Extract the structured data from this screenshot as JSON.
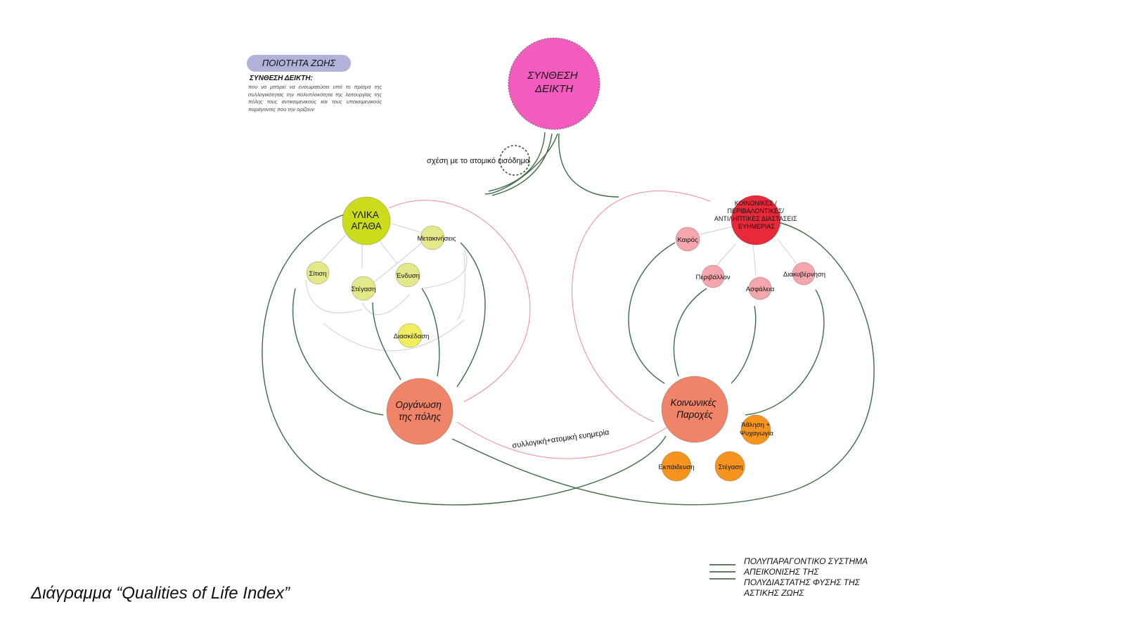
{
  "header": {
    "badge": "ΠΟΙΟΤΗΤΑ ΖΩΗΣ",
    "definition_title": "ΣΥΝΘΕΣΗ ΔΕΙΚΤΗ:",
    "definition_text": "που να μπορεί να ενσωματώσει υπό το πρίσμα της συλλογικότητας την πολυπλοκότητα της λειτουργίας της πόλης τους αντικειμενικούς και τους υποκειμενικούς παράγοντες που την ορίζουν"
  },
  "caption": "Διάγραμμα “Qualities of Life Index”",
  "legend": {
    "text": "ΠΟΛΥΠΑΡΑΓΟΝΤΙΚΟ ΣΥΣΤΗΜΑ\n ΑΠΕΙΚΟΝΙΣΗΣ ΤΗΣ\nΠΟΛΥΔΙΑΣΤΑΤΗΣ  ΦΥΣΗΣ ΤΗΣ\nΑΣΤΙΚΗΣ ΖΩΗΣ",
    "line_color": "#2f5233"
  },
  "colors": {
    "magenta": "#f25cbf",
    "lime": "#cddc1a",
    "lime_light": "#e3e88a",
    "yellow": "#f2ec5f",
    "salmon": "#f08468",
    "red": "#e8293a",
    "pink_light": "#f4a6ac",
    "orange": "#f7941d",
    "green_line": "#3d6b45",
    "pink_line": "#f08a95",
    "grey_line": "#cfcfcf"
  },
  "nodes": {
    "synthesis": {
      "lines": [
        "ΣΥΝΘΕΣΗ",
        "ΔΕΙΚΤΗ"
      ]
    },
    "material_goods": {
      "lines": [
        "ΥΛΙΚΑ",
        "ΑΓΑΘΑ"
      ]
    },
    "metakiniseis": {
      "label": "Μετακινήσεις"
    },
    "sitisi": {
      "label": "Σίτιση"
    },
    "stegasi_left": {
      "label": "Στέγαση"
    },
    "endysi": {
      "label": "Ένδυση"
    },
    "diaskedasi": {
      "label": "Διασκέδαση"
    },
    "city_organization": {
      "lines": [
        "Οργάνωση",
        "της πόλης"
      ]
    },
    "social_dimensions": {
      "lines": [
        "ΚΟΙΝΩΝΙΚΕΣ /",
        "ΠΕΡΙΒΑΛΟΝΤΙΚΕΣ/",
        "ΑΝΤΙΛΗΠΤΙΚΕΣ ΔΙΑΣΤΑΣΕΙΣ",
        "ΕΥΗΜΕΡΙΑΣ"
      ]
    },
    "kairos": {
      "label": "Καιρός"
    },
    "perivallon": {
      "label": "Περιβάλλον"
    },
    "asfaleia": {
      "label": "Ασφάλεια"
    },
    "diakyvernisi": {
      "label": "Διακυβέρνηση"
    },
    "social_services": {
      "lines": [
        "Κοινωνικές",
        "Παροχές"
      ]
    },
    "athlisi": {
      "lines": [
        "Άθληση +",
        "Ψυχαγωγία"
      ]
    },
    "ekpaidefsi": {
      "label": "Εκπάιδευση"
    },
    "stegasi_right": {
      "label": "Στέγαση"
    }
  },
  "annotations": {
    "income": "σχέση με το ατομικό εισόδημα",
    "wellbeing": "συλλογική+ατομική ευημερία"
  }
}
